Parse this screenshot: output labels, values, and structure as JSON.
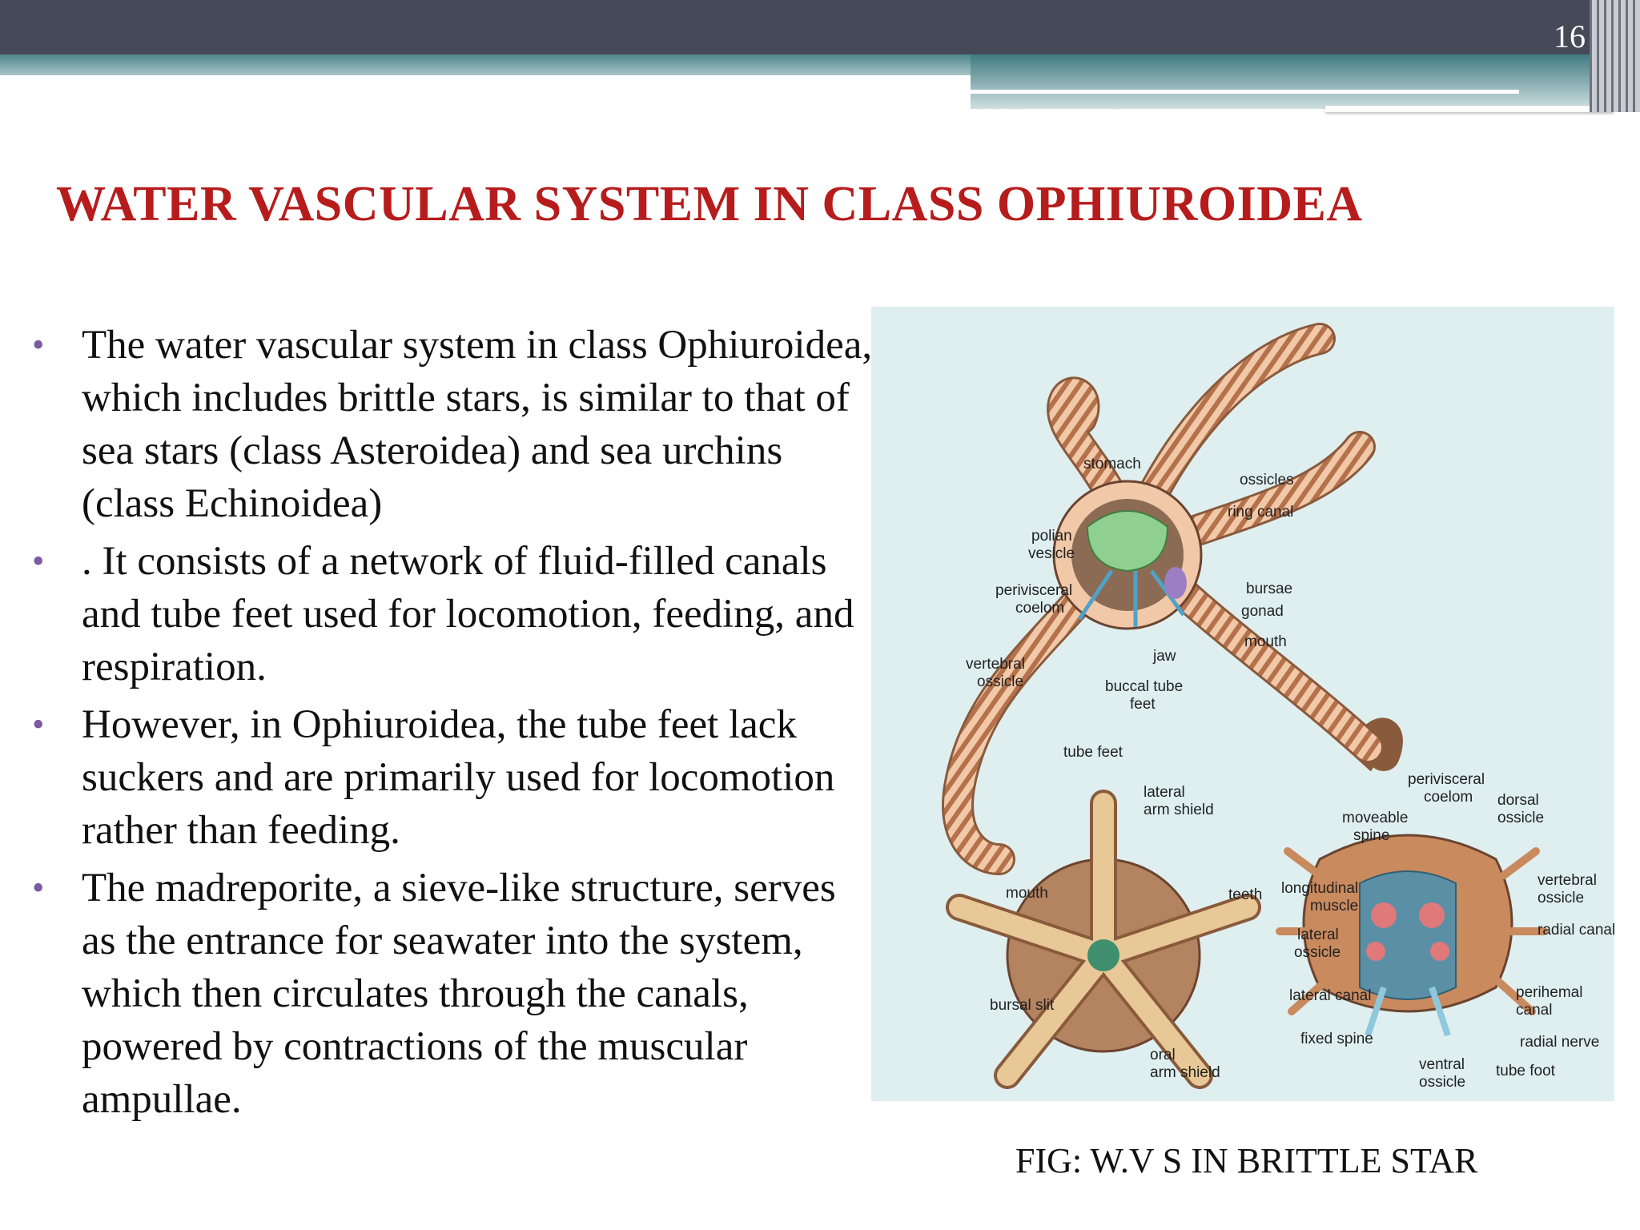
{
  "slide": {
    "page_number": "16"
  },
  "title": "WATER VASCULAR SYSTEM IN CLASS OPHIUROIDEA",
  "bullets": [
    "The water vascular system in class Ophiuroidea, which includes brittle stars, is similar to that of sea stars (class Asteroidea) and sea urchins (class Echinoidea)",
    ". It consists of a network of fluid-filled canals and tube feet used for locomotion, feeding, and respiration.",
    " However, in Ophiuroidea, the tube feet lack suckers and are primarily used for locomotion rather than feeding.",
    " The madreporite, a sieve-like structure, serves as the entrance for seawater into the system, which then circulates through the canals, powered by contractions of the muscular ampullae."
  ],
  "figure": {
    "caption": "FIG: W.V S  IN BRITTLE STAR",
    "labels": {
      "stomach": "stomach",
      "ossicles": "ossicles",
      "ring_canal": "ring canal",
      "polian_1": "polian",
      "polian_2": "vesicle",
      "perivisceral_1": "perivisceral",
      "perivisceral_2": "coelom",
      "bursae": "bursae",
      "gonad": "gonad",
      "mouth_top": "mouth",
      "jaw": "jaw",
      "vertebral_1": "vertebral",
      "vertebral_2": "ossicle",
      "buccal_1": "buccal tube",
      "buccal_2": "feet",
      "tube_feet": "tube feet",
      "lateral_arm_1": "lateral",
      "lateral_arm_2": "arm shield",
      "mouth_bottom": "mouth",
      "teeth": "teeth",
      "bursal_slit": "bursal slit",
      "oral_1": "oral",
      "oral_2": "arm shield",
      "peri_coelom_1": "perivisceral",
      "peri_coelom_2": "coelom",
      "dorsal_1": "dorsal",
      "dorsal_2": "ossicle",
      "moveable_1": "moveable",
      "moveable_2": "spine",
      "longitudinal_1": "longitudinal",
      "longitudinal_2": "muscle",
      "vertebral_r_1": "vertebral",
      "vertebral_r_2": "ossicle",
      "radial_canal": "radial canal",
      "lateral_oss_1": "lateral",
      "lateral_oss_2": "ossicle",
      "lateral_canal": "lateral canal",
      "perihemal_1": "perihemal",
      "perihemal_2": "canal",
      "fixed_spine": "fixed spine",
      "radial_nerve": "radial nerve",
      "ventral_1": "ventral",
      "ventral_2": "ossicle",
      "tube_foot": "tube foot"
    }
  }
}
